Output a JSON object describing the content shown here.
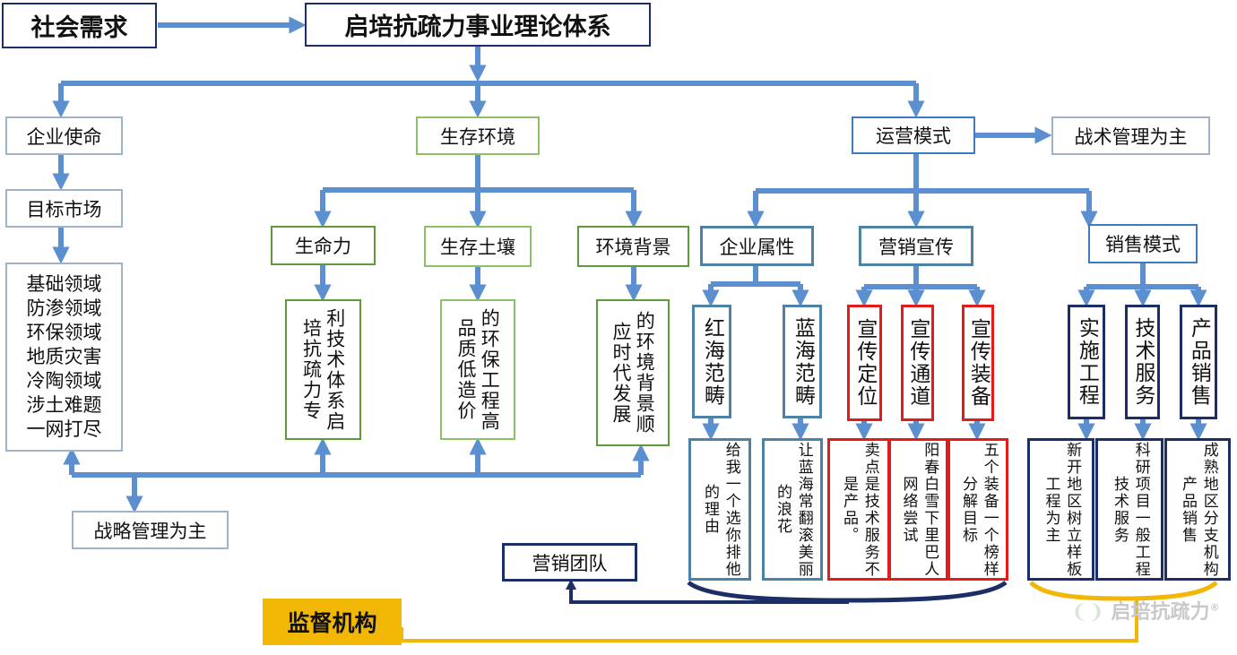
{
  "header": {
    "society": "社会需求",
    "theory": "启培抗疏力事业理论体系"
  },
  "left": {
    "mission": "企业使命",
    "target": "目标市场",
    "domains": [
      "基础领域",
      "防渗领域",
      "环保领域",
      "地质灾害",
      "冷陶领域",
      "涉土难题",
      "一网打尽"
    ],
    "strategy": "战略管理为主"
  },
  "middle": {
    "env": "生存环境",
    "cols": [
      {
        "title": "生命力",
        "desc": "利技术体系启培抗疏力专"
      },
      {
        "title": "生存土壤",
        "desc": "的环保工程高品质低造价"
      },
      {
        "title": "环境背景",
        "desc": "的环境背景顺应时代发展"
      }
    ]
  },
  "right": {
    "ops": "运营模式",
    "tactics": "战术管理为主",
    "groups": [
      {
        "title": "企业属性",
        "items": [
          {
            "name": "红海范畴",
            "desc": "给我一个选你排他的理由"
          },
          {
            "name": "蓝海范畴",
            "desc": "让蓝海常翻滚美丽的浪花"
          }
        ]
      },
      {
        "title": "营销宣传",
        "items": [
          {
            "name": "宣传定位",
            "desc": "卖点是技术服务不是产品。"
          },
          {
            "name": "宣传通道",
            "desc": "阳春白雪下里巴人网络尝试"
          },
          {
            "name": "宣传装备",
            "desc": "五个装备一个榜样分解目标"
          }
        ]
      },
      {
        "title": "销售模式",
        "items": [
          {
            "name": "实施工程",
            "desc": "新开地区树立样板工程为主"
          },
          {
            "name": "技术服务",
            "desc": "科研项目一般工程技术服务"
          },
          {
            "name": "产品销售",
            "desc": "成熟地区分支机构产品销售"
          }
        ]
      }
    ]
  },
  "bottom": {
    "team": "营销团队",
    "supervise": "监督机构",
    "brand": "启培抗疏力"
  },
  "colors": {
    "arrow": "#5b8fcf",
    "navy": "#1b2f66",
    "gold": "#f2b705",
    "red": "#e31b1b"
  }
}
